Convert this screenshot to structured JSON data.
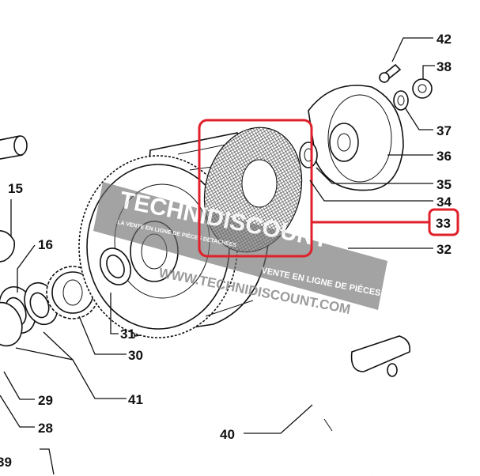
{
  "callouts": {
    "c42": "42",
    "c38": "38",
    "c37": "37",
    "c36": "36",
    "c35": "35",
    "c34": "34",
    "c33": "33",
    "c32": "32",
    "c15": "15",
    "c16": "16",
    "c31": "31",
    "c30": "30",
    "c41": "41",
    "c29": "29",
    "c28": "28",
    "c40": "40",
    "c39": "39"
  },
  "watermark": {
    "brand": "TECHNIDISCOUNT",
    "tag_left": "LA VENTE EN LIGNE DE PIÈCES DÉTACHÉES",
    "tag_right": "VENTE EN LIGNE DE PIÈCES",
    "url": "WWW.TECHNIDISCOUNT.COM"
  },
  "highlight": {
    "color": "#e0202a",
    "target": "33"
  }
}
